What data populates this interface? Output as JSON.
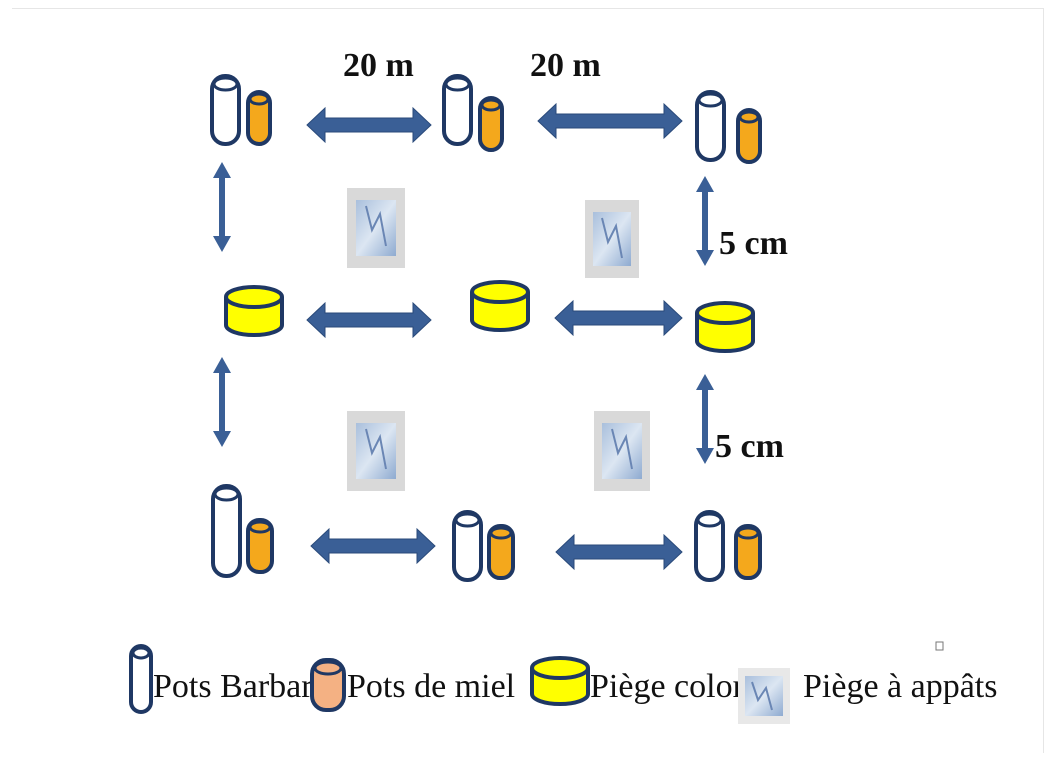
{
  "labels": {
    "spacing_top_left": "20 m",
    "spacing_top_right": "20 m",
    "spacing_right_upper": "5 cm",
    "spacing_right_lower": "5 cm"
  },
  "legend": {
    "barbar": "Pots Barbar",
    "miel": "Pots de miel",
    "colore": "Piège coloré",
    "appats": "Piège à appâts"
  },
  "colors": {
    "outline": "#1f3864",
    "honey_fill": "#f4a81c",
    "trap_fill": "#ffff00",
    "arrow": "#3a5f96",
    "legend_honey_fill": "#f4b183"
  }
}
